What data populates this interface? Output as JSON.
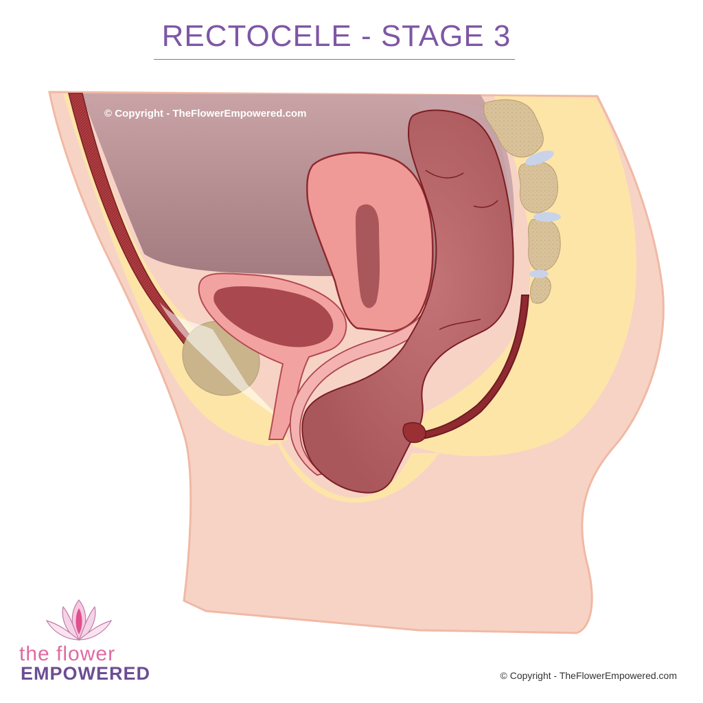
{
  "title": "RECTOCELE - STAGE 3",
  "copyright_top": "© Copyright - TheFlowerEmpowered.com",
  "copyright_bottom": "© Copyright - TheFlowerEmpowered.com",
  "logo": {
    "line1": "the flower",
    "line2": "EMPOWERED",
    "icon": "lotus-icon"
  },
  "colors": {
    "title": "#7e57a5",
    "skin": "#f7d3c6",
    "fat": "#fde5a8",
    "cavity": "#a87f86",
    "rectum": "#b05d60",
    "uterus": "#f09a98",
    "bone": "#d9c29a"
  }
}
